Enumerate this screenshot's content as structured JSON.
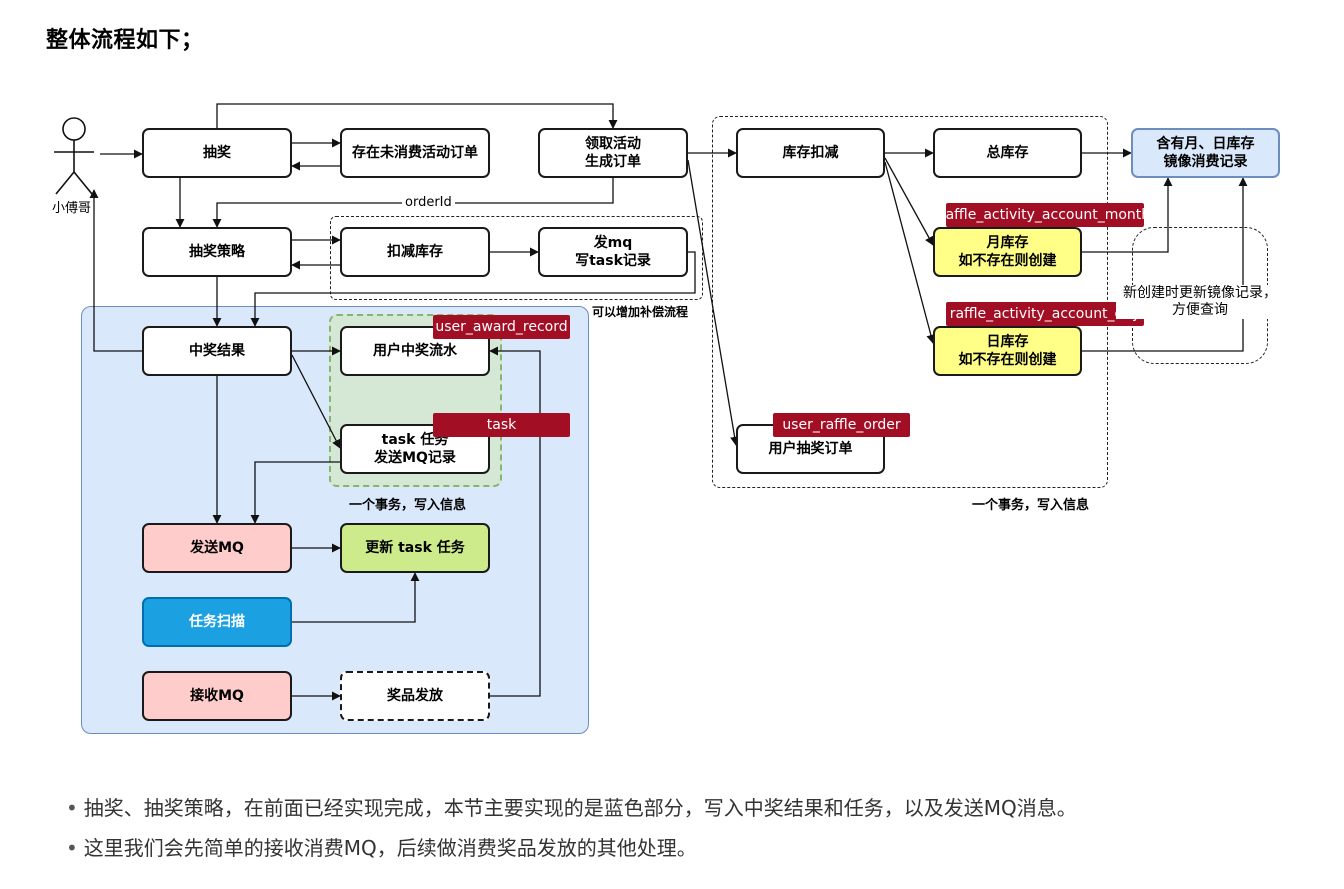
{
  "heading": "整体流程如下；",
  "actor": "小傅哥",
  "nodes": {
    "lottery": "抽奖",
    "unconsumed_order": "存在未消费活动订单",
    "take_activity": "领取活动\n生成订单",
    "stock_deduct": "库存扣减",
    "total_stock": "总库存",
    "mirror_record": "含有月、日库存\n镜像消费记录",
    "strategy": "抽奖策略",
    "deduct_stock": "扣减库存",
    "send_mq_task": "发mq\n写task记录",
    "month_stock": "月库存\n如不存在则创建",
    "day_stock": "日库存\n如不存在则创建",
    "award_result": "中奖结果",
    "user_award_flow": "用户中奖流水",
    "task_record": "task 任务\n发送MQ记录",
    "user_raffle_order": "用户抽奖订单",
    "send_mq": "发送MQ",
    "update_task": "更新 task 任务",
    "task_scan": "任务扫描",
    "receive_mq": "接收MQ",
    "prize_dispatch": "奖品发放"
  },
  "tags": {
    "user_award_record": "user_award_record",
    "task": "task",
    "month": "raffle_activity_account_month",
    "day": "raffle_activity_account_day",
    "raffle_order": "user_raffle_order"
  },
  "labels": {
    "order_id": "orderId",
    "compensation": "可以增加补偿流程",
    "transaction_left": "一个事务，写入信息",
    "transaction_right": "一个事务，写入信息",
    "mirror_note": "新创建时更新镜像记录，\n方便查询"
  },
  "bullets": [
    "抽奖、抽奖策略，在前面已经实现完成，本节主要实现的是蓝色部分，写入中奖结果和任务，以及发送MQ消息。",
    "这里我们会先简单的接收消费MQ，后续做消费奖品发放的其他处理。"
  ],
  "colors": {
    "blue_region": "#dae8fc",
    "green_region": "#d5e8d4",
    "tag_red": "#a20f25",
    "yellow": "#ffff88",
    "pink": "#ffcccc",
    "lime": "#cdeb8b",
    "scan_blue": "#1ba1e2",
    "mirror_blue": "#dae8fc"
  }
}
